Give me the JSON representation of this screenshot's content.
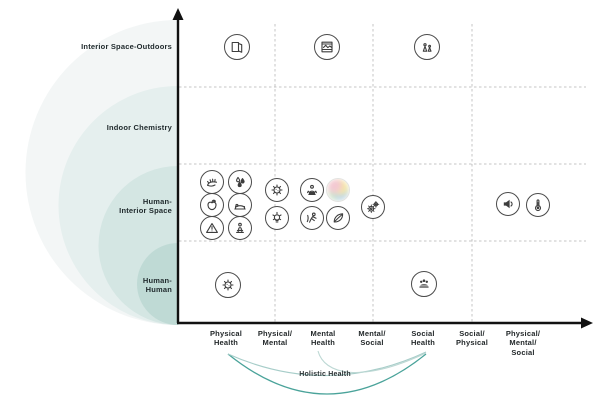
{
  "title": "Health dimensions vs. spatial scales matrix",
  "y_axis": {
    "rows": [
      {
        "label": "Interior Space-Outdoors"
      },
      {
        "label": "Indoor Chemistry"
      },
      {
        "label": "Human-\nInterior Space"
      },
      {
        "label": "Human-\nHuman"
      }
    ]
  },
  "x_axis": {
    "categories": [
      {
        "label": "Physical\nHealth"
      },
      {
        "label": "Physical/\nMental"
      },
      {
        "label": "Mental\nHealth"
      },
      {
        "label": "Mental/\nSocial"
      },
      {
        "label": "Social\nHealth"
      },
      {
        "label": "Social/\nPhysical"
      },
      {
        "label": "Physical/\nMental/\nSocial"
      }
    ]
  },
  "holistic_health": {
    "label": "Holistic Health",
    "arc_color_deep": "#4aa39a",
    "arc_color_mid": "#a7cdc9",
    "arc_color_light": "#bdd8d4",
    "arcs": [
      {
        "from": "Physical Health",
        "to": "Social Health",
        "style": "deep"
      },
      {
        "from": "Physical Health",
        "to": "Social Health",
        "style": "shallow"
      },
      {
        "from": "Mental Health",
        "to": "Social Health",
        "style": "shallow"
      }
    ]
  },
  "background": {
    "circle_colors": [
      "#f3f6f6",
      "#e5efee",
      "#d4e6e3",
      "#bfdad5"
    ],
    "axis_color": "#111111",
    "gridline_color": "#c4c4c4"
  },
  "icons": [
    {
      "name": "open-door-icon",
      "row": "Interior Space-Outdoors",
      "column": "Physical Health"
    },
    {
      "name": "window-view-icon",
      "row": "Interior Space-Outdoors",
      "column": "Mental Health"
    },
    {
      "name": "two-figures-icon",
      "row": "Interior Space-Outdoors",
      "column": "Social Health"
    },
    {
      "name": "hand-hygiene-icon",
      "row": "Human-Interior Space",
      "column": "Physical Health"
    },
    {
      "name": "water-droplets-icon",
      "row": "Human-Interior Space",
      "column": "Physical Health"
    },
    {
      "name": "apple-nutrition-icon",
      "row": "Human-Interior Space",
      "column": "Physical Health"
    },
    {
      "name": "rest-bed-icon",
      "row": "Human-Interior Space",
      "column": "Physical Health"
    },
    {
      "name": "warning-triangle-icon",
      "row": "Human-Interior Space",
      "column": "Physical Health"
    },
    {
      "name": "active-person-icon",
      "row": "Human-Interior Space",
      "column": "Physical Health"
    },
    {
      "name": "virus-icon",
      "row": "Human-Interior Space",
      "column": "Physical/Mental"
    },
    {
      "name": "lightbulb-icon",
      "row": "Human-Interior Space",
      "column": "Physical/Mental"
    },
    {
      "name": "meditation-icon",
      "row": "Human-Interior Space",
      "column": "Mental Health"
    },
    {
      "name": "color-mood-icon",
      "row": "Human-Interior Space",
      "column": "Mental Health"
    },
    {
      "name": "movement-icon",
      "row": "Human-Interior Space",
      "column": "Mental Health"
    },
    {
      "name": "leaf-icon",
      "row": "Human-Interior Space",
      "column": "Mental Health"
    },
    {
      "name": "gears-icon",
      "row": "Human-Interior Space",
      "column": "Mental/Social"
    },
    {
      "name": "speaker-icon",
      "row": "Human-Interior Space",
      "column": "Physical/Mental/Social"
    },
    {
      "name": "thermometer-icon",
      "row": "Human-Interior Space",
      "column": "Physical/Mental/Social"
    },
    {
      "name": "virus-icon",
      "row": "Human-Human",
      "column": "Physical Health"
    },
    {
      "name": "group-people-icon",
      "row": "Human-Human",
      "column": "Social Health"
    }
  ]
}
